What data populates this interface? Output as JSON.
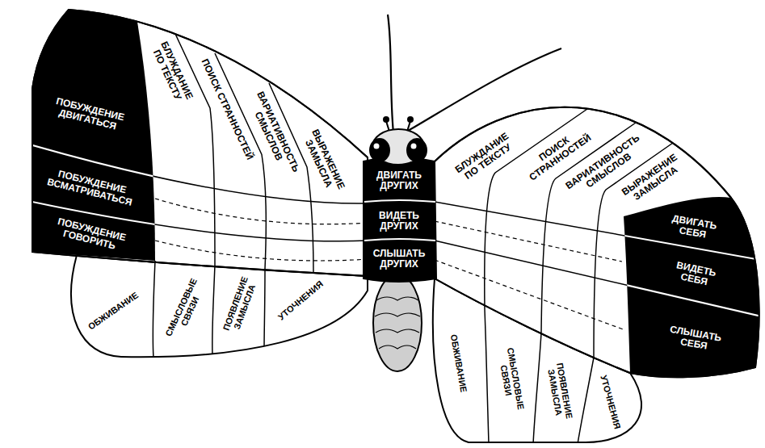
{
  "diagram": {
    "nodes": [
      {
        "text": [
          "ПОБУЖДЕНИЕ ДВИГАТЬСЯ"
        ]
      },
      {
        "text": [
          "ПОБУЖДЕНИЕ ВСМАТРИВАТЬСЯ"
        ]
      },
      {
        "text": [
          "ПОБУЖДЕНИЕ ГОВОРИТЬ"
        ]
      },
      {
        "text": [
          "БЛУЖДАНИЕ ПО ТЕКСТУ"
        ]
      },
      {
        "text": [
          "ПОИСК СТРАННОСТЕЙ"
        ]
      },
      {
        "text": [
          "ВАРИАТИВНОСТЬ СМЫСЛОВ"
        ]
      },
      {
        "text": [
          "ВЫРАЖЕНИЕ ЗАМЫСЛА"
        ]
      },
      {
        "text": [
          "ОБЖИВАНИЕ"
        ]
      },
      {
        "text": [
          "СМЫСЛОВЫЕ СВЯЗИ"
        ]
      },
      {
        "text": [
          "ПОЯВЛЕНИЕ ЗАМЫСЛА"
        ]
      },
      {
        "text": [
          "УТОЧНЕНИЯ"
        ]
      },
      {
        "text": [
          "ДВИГАТЬ ДРУГИХ"
        ]
      },
      {
        "text": [
          "ВИДЕТЬ ДРУГИХ"
        ]
      },
      {
        "text": [
          "СЛЫШАТЬ ДРУГИХ"
        ]
      },
      {
        "text": [
          "БЛУЖДАНИЕ ПО ТЕКСТУ"
        ]
      },
      {
        "text": [
          "ПОИСК СТРАННОСТЕЙ"
        ]
      },
      {
        "text": [
          "ВАРИАТИВНОСТЬ СМЫСЛОВ"
        ]
      },
      {
        "text": [
          "ВЫРАЖЕНИЕ ЗАМЫСЛА"
        ]
      },
      {
        "text": [
          "ДВИГАТЬ СЕБЯ"
        ]
      },
      {
        "text": [
          "ВИДЕТЬ СЕБЯ"
        ]
      },
      {
        "text": [
          "СЛЫШАТЬ СЕБЯ"
        ]
      },
      {
        "text": [
          "ОБЖИВАНИЕ"
        ]
      },
      {
        "text": [
          "СМЫСЛОВЫЕ СВЯЗИ"
        ]
      },
      {
        "text": [
          "ПОЯВЛЕНИЕ ЗАМЫСЛА"
        ]
      },
      {
        "text": [
          "УТОЧНЕНИЯ"
        ]
      }
    ]
  }
}
